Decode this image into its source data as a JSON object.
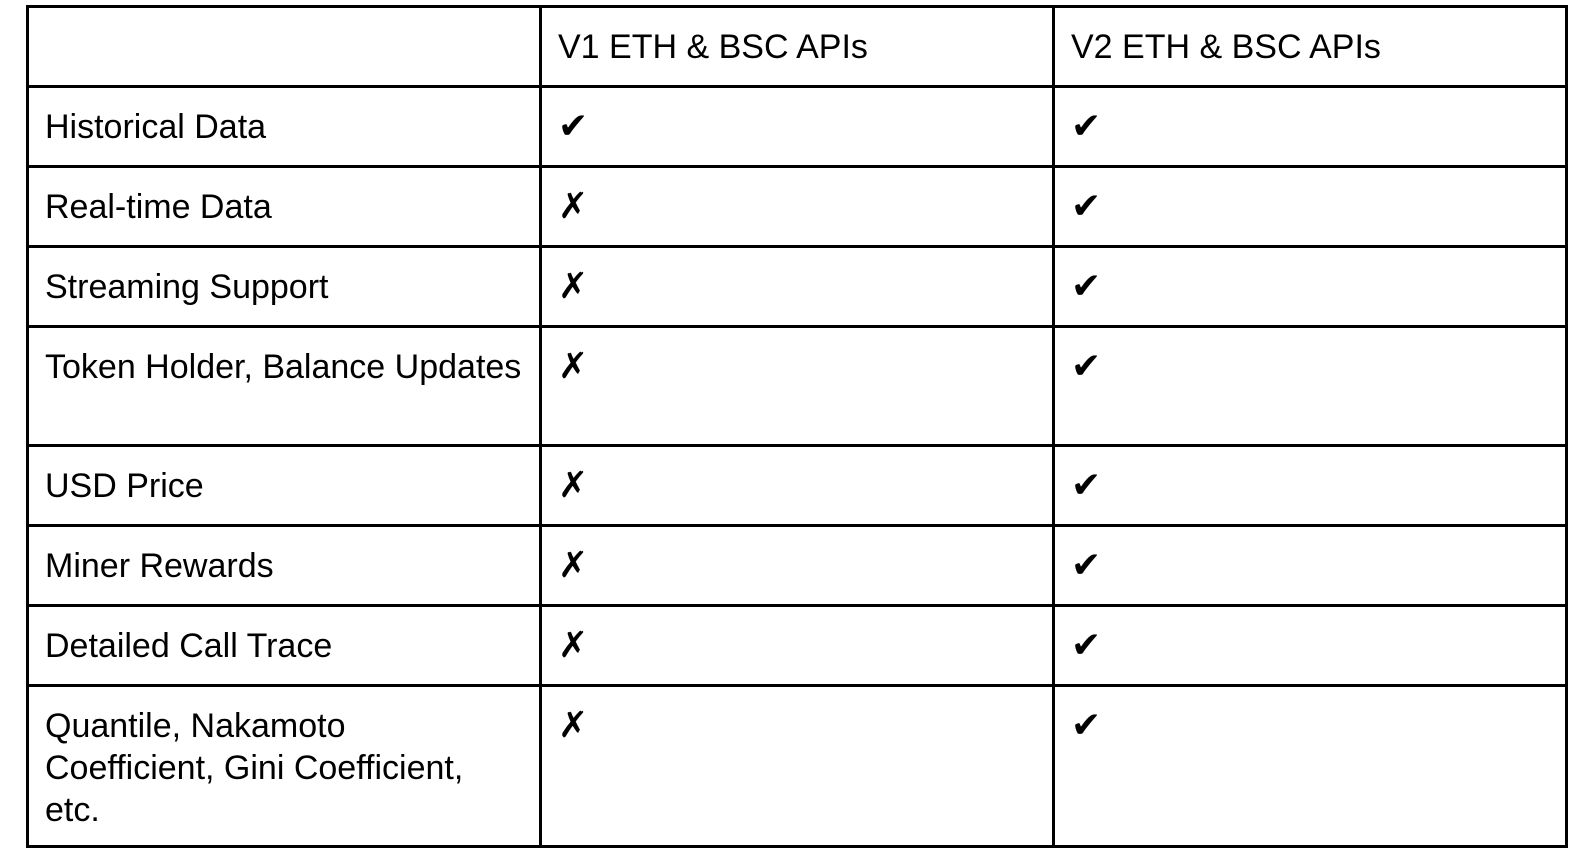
{
  "table": {
    "headers": [
      "",
      "V1 ETH & BSC APIs",
      "V2 ETH & BSC APIs"
    ],
    "rows": [
      {
        "feature": "Historical Data",
        "v1": "✔",
        "v2": "✔"
      },
      {
        "feature": "Real-time Data",
        "v1": "✗",
        "v2": "✔"
      },
      {
        "feature": "Streaming Support",
        "v1": "✗",
        "v2": "✔"
      },
      {
        "feature": "Token Holder, Balance Updates",
        "v1": "✗",
        "v2": "✔"
      },
      {
        "feature": "USD Price",
        "v1": "✗",
        "v2": "✔"
      },
      {
        "feature": "Miner Rewards",
        "v1": "✗",
        "v2": "✔"
      },
      {
        "feature": "Detailed Call Trace",
        "v1": "✗",
        "v2": "✔"
      },
      {
        "feature": "Quantile, Nakamoto Coefficient, Gini Coefficient, etc.",
        "v1": "✗",
        "v2": "✔"
      }
    ],
    "icons": {
      "✔": "check-icon",
      "✗": "cross-icon"
    }
  }
}
